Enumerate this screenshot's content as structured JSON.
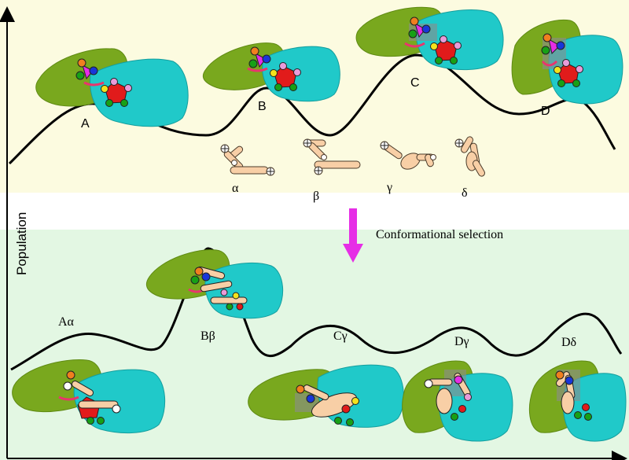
{
  "axis": {
    "ylabel": "Population"
  },
  "top_panel": {
    "states": [
      {
        "label": "A"
      },
      {
        "label": "B"
      },
      {
        "label": "C"
      },
      {
        "label": "D"
      }
    ],
    "conformers": [
      {
        "label": "α"
      },
      {
        "label": "β"
      },
      {
        "label": "γ"
      },
      {
        "label": "δ"
      }
    ]
  },
  "arrow_label": "Conformational selection",
  "bottom_panel": {
    "states": [
      {
        "label": "Aα"
      },
      {
        "label": "Bβ"
      },
      {
        "label": "Cγ"
      },
      {
        "label": "Dγ"
      },
      {
        "label": "Dδ"
      }
    ]
  },
  "colors": {
    "top_bg": "#fcfbe0",
    "bottom_bg": "#e3f7e3",
    "green_protein": "#79a81e",
    "cyan_protein": "#20c9c9",
    "arrow": "#e62ee6",
    "peptide": "#f8cfa6",
    "linker": "#e8356d"
  },
  "icons": [
    "green-protein-shape",
    "cyan-protein-shape",
    "peptide-conformer",
    "conformational-selection-arrow"
  ]
}
